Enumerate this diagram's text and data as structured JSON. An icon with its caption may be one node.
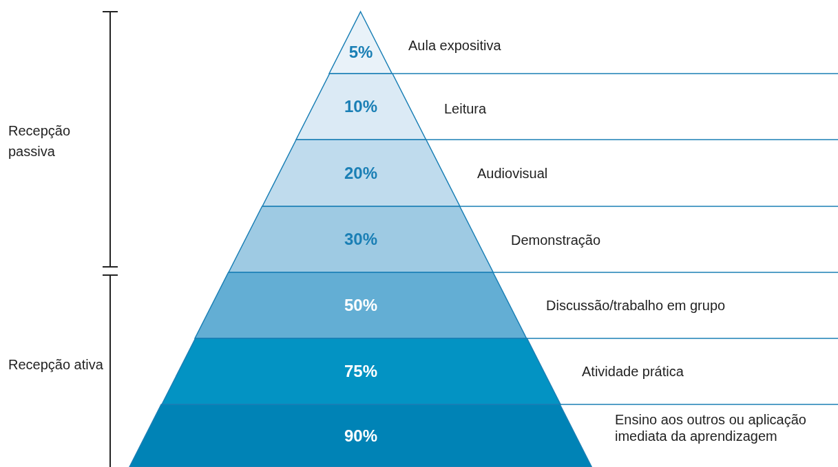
{
  "diagram": {
    "nodes": [
      {
        "text": [
          "5%"
        ],
        "beside": [
          "Aula expositiva"
        ]
      },
      {
        "text": [
          "10%"
        ],
        "beside": [
          "Leitura"
        ]
      },
      {
        "text": [
          "20%"
        ],
        "beside": [
          "Audiovisual"
        ]
      },
      {
        "text": [
          "30%"
        ],
        "beside": [
          "Demonstração"
        ]
      },
      {
        "text": [
          "50%"
        ],
        "beside": [
          "Discussão/trabalho em grupo"
        ]
      },
      {
        "text": [
          "75%"
        ],
        "beside": [
          "Atividade prática"
        ]
      },
      {
        "text": [
          "90%"
        ],
        "beside": [
          "Ensino aos outros ou aplicação imediata da aprendizagem"
        ]
      }
    ],
    "labels": [
      "Recepção passiva",
      "Recepção ativa"
    ]
  }
}
